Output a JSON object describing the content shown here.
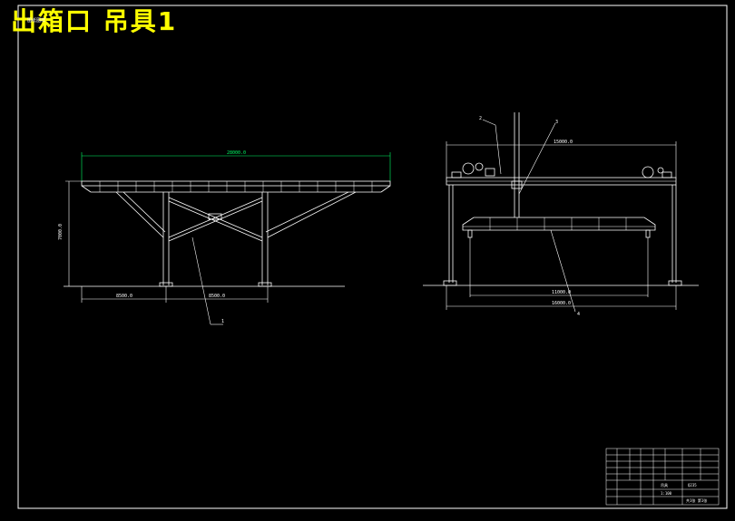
{
  "header": {
    "title": "出箱口 吊具1",
    "tag": "图纸图样"
  },
  "front_view": {
    "top_dim": "28000.0",
    "height_dim": "7000.0",
    "bottom_dim_left": "8500.0",
    "bottom_dim_right": "8500.0",
    "callout": "1"
  },
  "side_view": {
    "top_dim": "15000.0",
    "inner_dim": "11000.0",
    "bottom_dim": "16000.0",
    "callout_top_left": "2",
    "callout_top_right": "3",
    "callout_bottom": "4"
  },
  "title_block": {
    "drawing_name": "吊具",
    "material": "Q235",
    "scale": "1:100",
    "sheet": "共1张 第1张"
  }
}
